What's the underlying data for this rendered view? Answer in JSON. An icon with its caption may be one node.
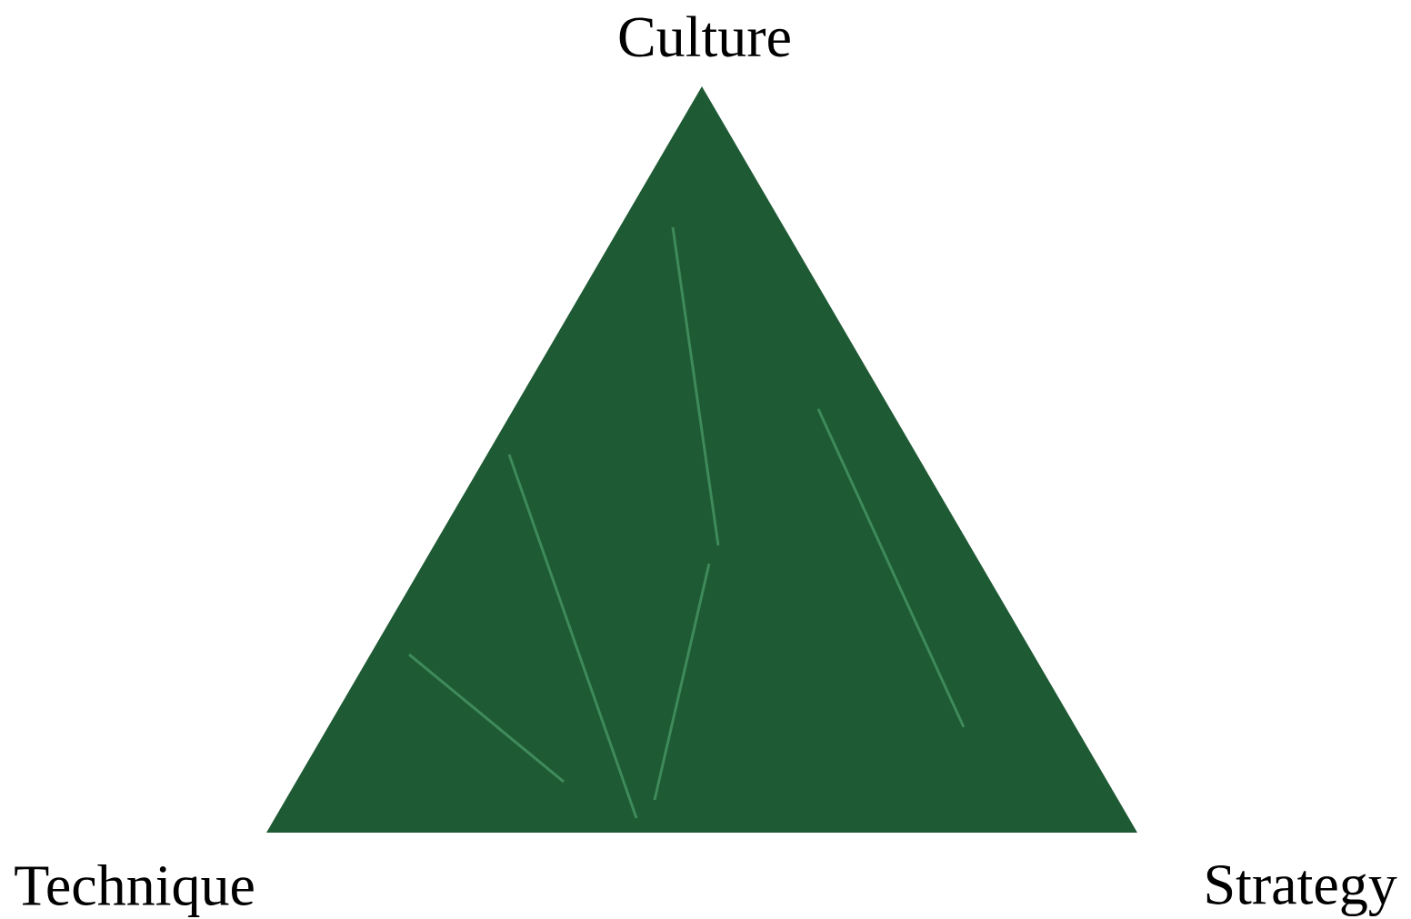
{
  "diagram": {
    "labels": [
      "Culture",
      "Technique",
      "Strategy"
    ]
  }
}
